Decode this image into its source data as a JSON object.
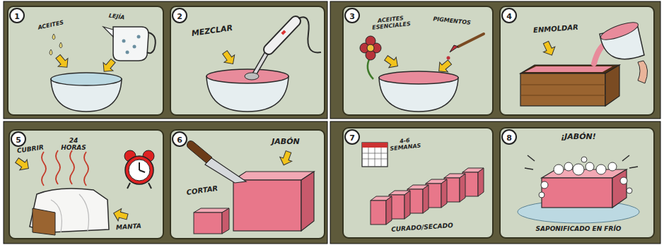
{
  "diagram": {
    "nodes": [
      {
        "text": [
          "1",
          "ACEITES",
          "LEJÍA"
        ]
      },
      {
        "text": [
          "2",
          "MEZCLAR"
        ]
      },
      {
        "text": [
          "3",
          "ACEITES ESENCIALES",
          "PIGMENTOS"
        ]
      },
      {
        "text": [
          "4",
          "ENMOLDAR"
        ]
      },
      {
        "text": [
          "5",
          "CUBRIR",
          "24 HORAS",
          "MANTA"
        ]
      },
      {
        "text": [
          "6",
          "CORTAR",
          "JABÓN"
        ]
      },
      {
        "text": [
          "7",
          "4-6 SEMANAS",
          "CURADO/SECADO"
        ]
      },
      {
        "text": [
          "8",
          "¡JABÓN!",
          "SAPONIFICADO EN FRÍO"
        ]
      }
    ]
  }
}
